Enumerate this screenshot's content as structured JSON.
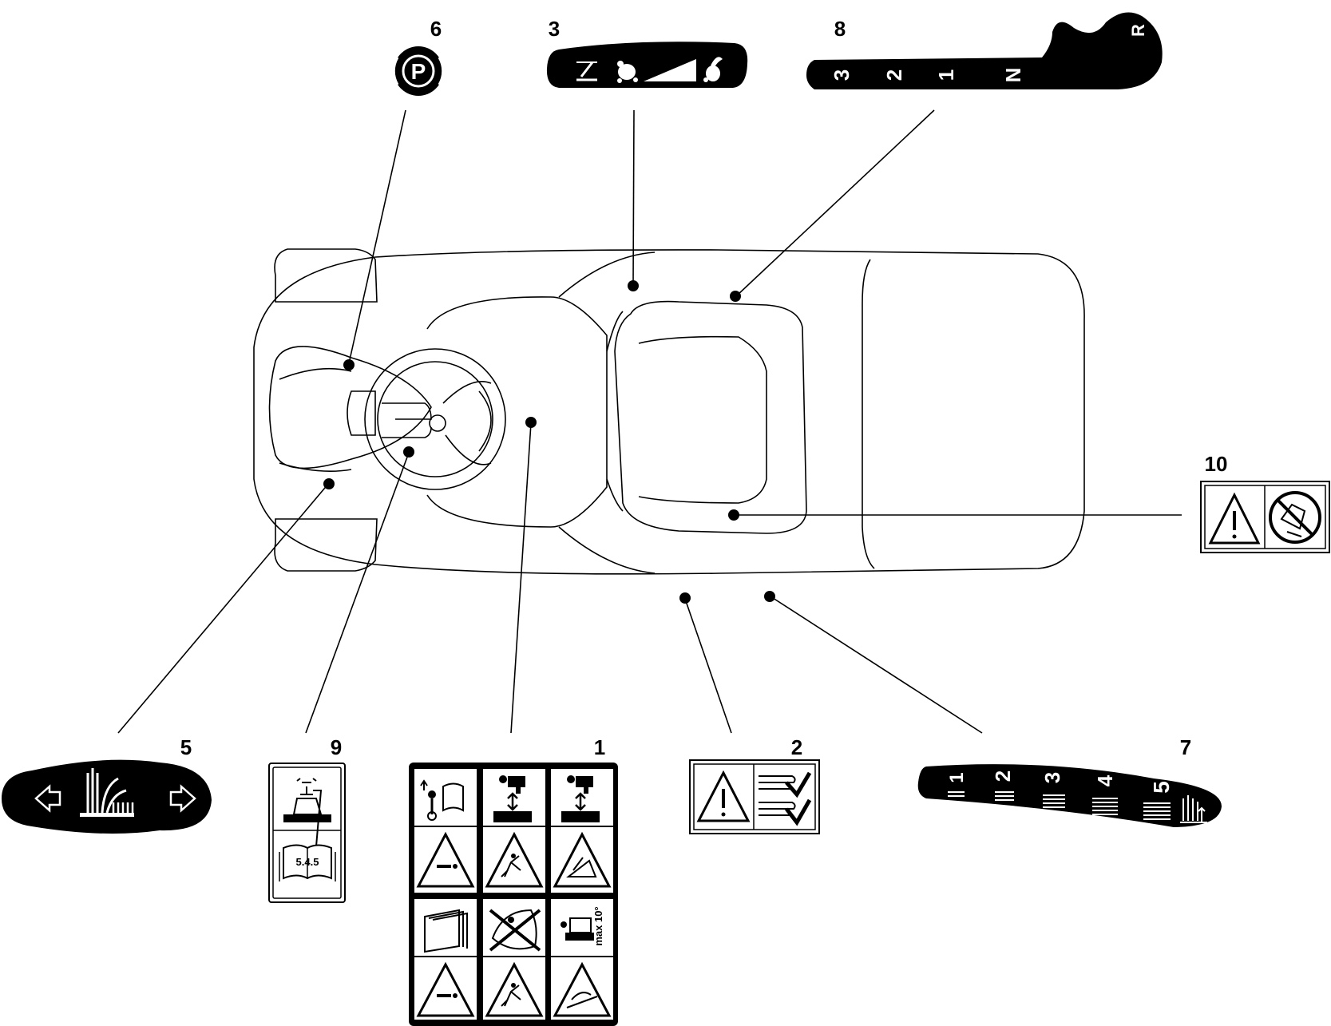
{
  "callouts": [
    "1",
    "2",
    "3",
    "5",
    "6",
    "7",
    "8",
    "9",
    "10"
  ],
  "decal_6": {
    "symbol": "P"
  },
  "decal_8": {
    "gears": [
      "3",
      "2",
      "1",
      "N",
      "R"
    ]
  },
  "decal_7": {
    "levels": [
      "1",
      "2",
      "3",
      "4",
      "5"
    ]
  },
  "decal_9": {
    "section": "5.4.5"
  },
  "decal_1": {
    "slope_text": "max 10°"
  },
  "colors": {
    "ink": "#000000",
    "paper": "#ffffff"
  }
}
